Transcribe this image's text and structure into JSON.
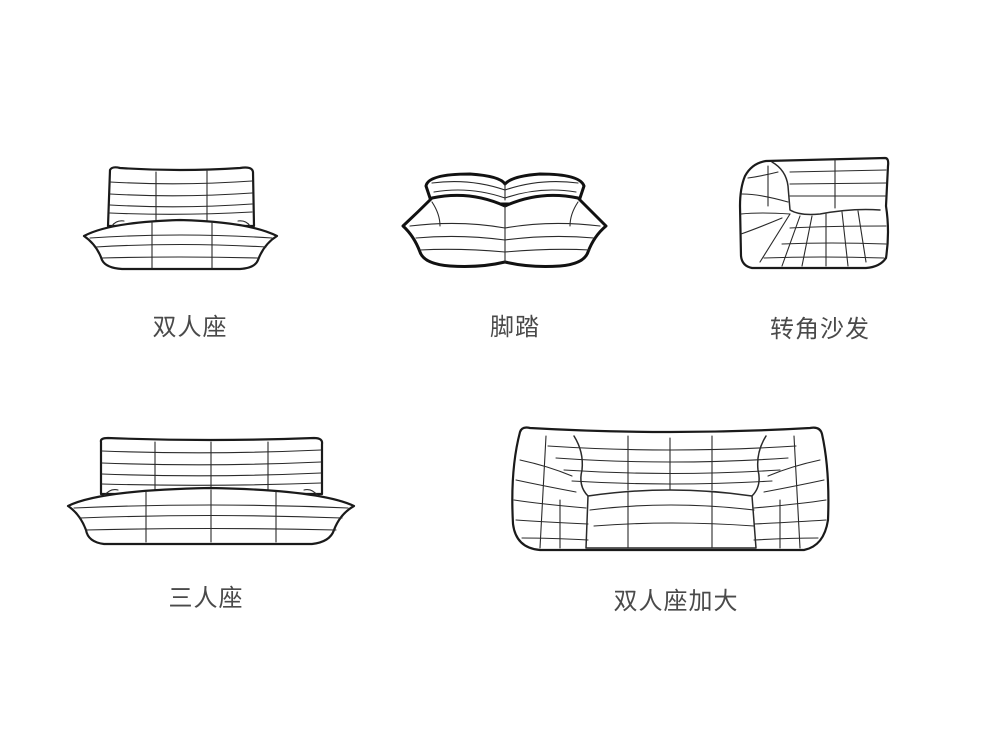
{
  "items": [
    {
      "id": "loveseat",
      "label": "双人座"
    },
    {
      "id": "ottoman",
      "label": "脚踏"
    },
    {
      "id": "corner",
      "label": "转角沙发"
    },
    {
      "id": "three-seat",
      "label": "三人座"
    },
    {
      "id": "loveseat-xl",
      "label": "双人座加大"
    }
  ],
  "style": {
    "line_color": "#1a1a1a",
    "label_color": "#4a4a4a",
    "background": "#ffffff"
  }
}
